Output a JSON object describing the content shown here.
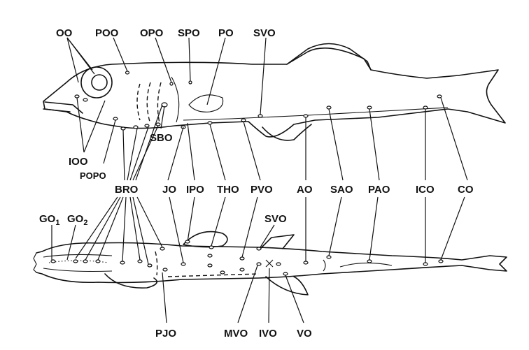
{
  "figure": {
    "upper_labels": {
      "oo": "OO",
      "poo": "POO",
      "opo": "OPO",
      "spo": "SPO",
      "po": "PO",
      "svo": "SVO",
      "ioo": "IOO",
      "popo": "POPO",
      "sbo": "SBO"
    },
    "middle_labels": {
      "bro": "BRO",
      "jo": "JO",
      "ipo": "IPO",
      "tho": "THO",
      "pvo": "PVO",
      "ao": "AO",
      "sao": "SAO",
      "pao": "PAO",
      "ico": "ICO",
      "co": "CO"
    },
    "lower_labels": {
      "go1_base": "GO",
      "go1_sub": "1",
      "go2_base": "GO",
      "go2_sub": "2",
      "svo": "SVO",
      "pjo": "PJO",
      "mvo": "MVO",
      "ivo": "IVO",
      "vo": "VO"
    }
  }
}
